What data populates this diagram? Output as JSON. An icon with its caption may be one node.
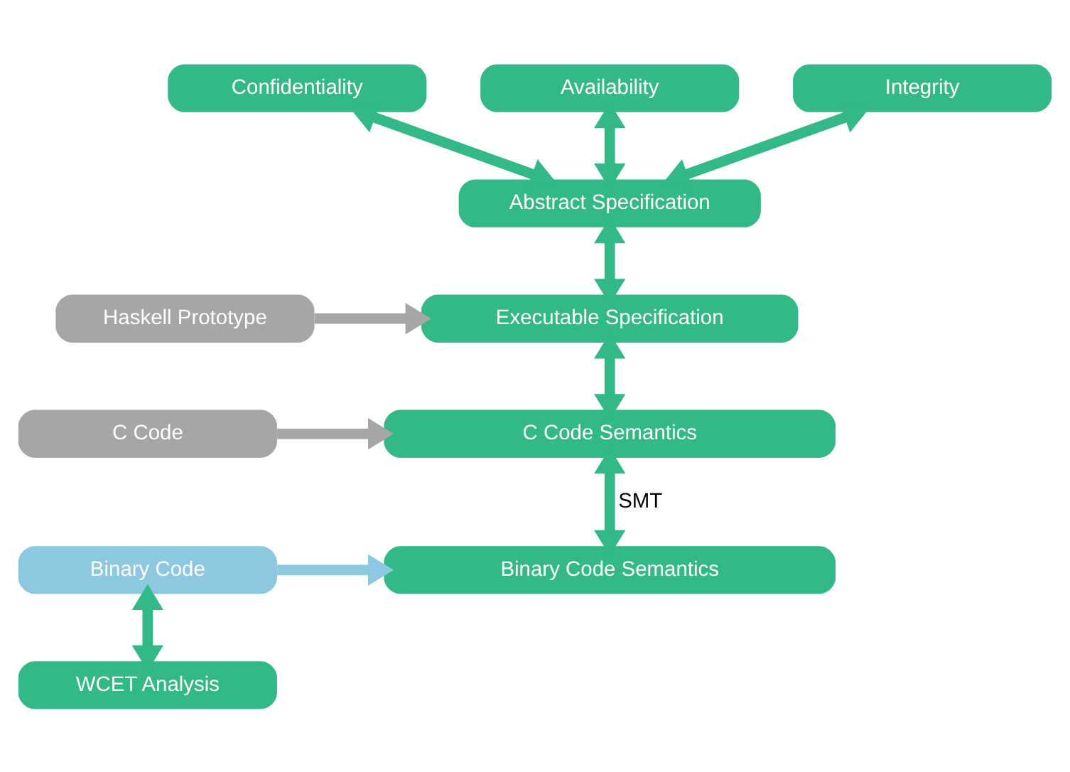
{
  "diagram": {
    "nodes": [
      {
        "text": [
          "Confidentiality"
        ]
      },
      {
        "text": [
          "Availability"
        ]
      },
      {
        "text": [
          "Integrity"
        ]
      },
      {
        "text": [
          "Abstract Specification"
        ]
      },
      {
        "text": [
          "Executable Specification"
        ]
      },
      {
        "text": [
          "Haskell Prototype"
        ]
      },
      {
        "text": [
          "C Code Semantics"
        ]
      },
      {
        "text": [
          "C Code"
        ]
      },
      {
        "text": [
          "Binary Code Semantics"
        ]
      },
      {
        "text": [
          "Binary Code"
        ]
      },
      {
        "text": [
          "WCET Analysis"
        ]
      }
    ],
    "edges": [
      {
        "from": 0,
        "to": 3,
        "arrow": "both"
      },
      {
        "from": 1,
        "to": 3,
        "arrow": "both"
      },
      {
        "from": 2,
        "to": 3,
        "arrow": "both"
      },
      {
        "from": 3,
        "to": 4,
        "arrow": "both"
      },
      {
        "from": 4,
        "to": 6,
        "arrow": "both"
      },
      {
        "from": 6,
        "to": 8,
        "arrow": "both",
        "label": "SMT"
      },
      {
        "from": 5,
        "to": 4,
        "arrow": "to",
        "color": "#a6a6a6"
      },
      {
        "from": 7,
        "to": 6,
        "arrow": "to",
        "color": "#a6a6a6"
      },
      {
        "from": 9,
        "to": 8,
        "arrow": "to",
        "color": "#8cc8e0"
      },
      {
        "from": 9,
        "to": 10,
        "arrow": "both"
      }
    ]
  }
}
